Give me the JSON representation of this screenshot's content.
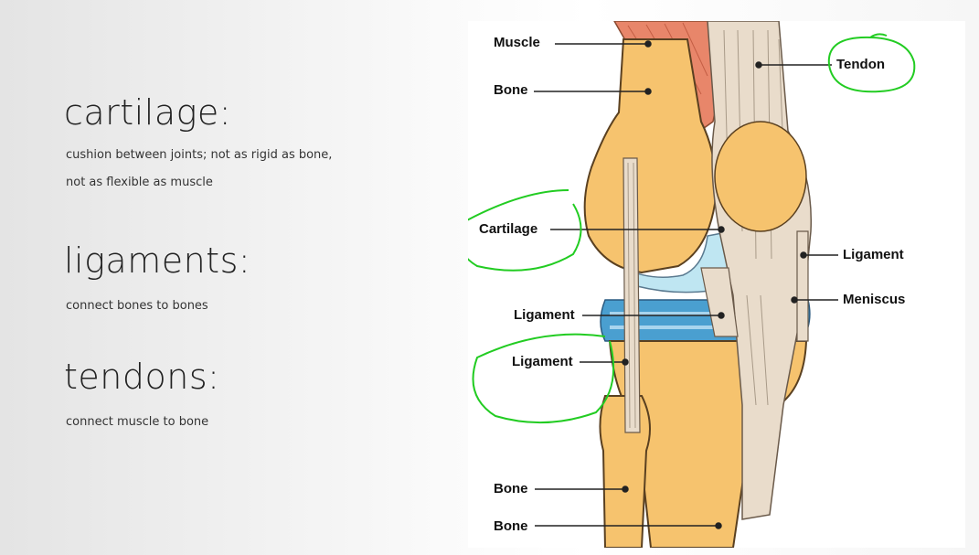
{
  "slide": {
    "sections": [
      {
        "term": "cartilage:",
        "description_line1": "cushion between joints; not as rigid as bone,",
        "description_line2": "not as flexible as muscle"
      },
      {
        "term": "ligaments:",
        "description_line1": "connect bones to bones"
      },
      {
        "term": "tendons:",
        "description_line1": "connect muscle to bone"
      }
    ]
  },
  "diagram": {
    "labels": {
      "muscle": "Muscle",
      "bone_top": "Bone",
      "tendon": "Tendon",
      "cartilage": "Cartilage",
      "ligament_right": "Ligament",
      "meniscus": "Meniscus",
      "ligament_middle": "Ligament",
      "ligament_lower": "Ligament",
      "bone_lower1": "Bone",
      "bone_lower2": "Bone"
    },
    "colors": {
      "bone": "#f6c36e",
      "muscle": "#e8866a",
      "tendon": "#e9dccb",
      "cartilage": "#bfe6f2",
      "meniscus": "#4a9fd0",
      "highlight_ink": "#22cc22"
    }
  }
}
